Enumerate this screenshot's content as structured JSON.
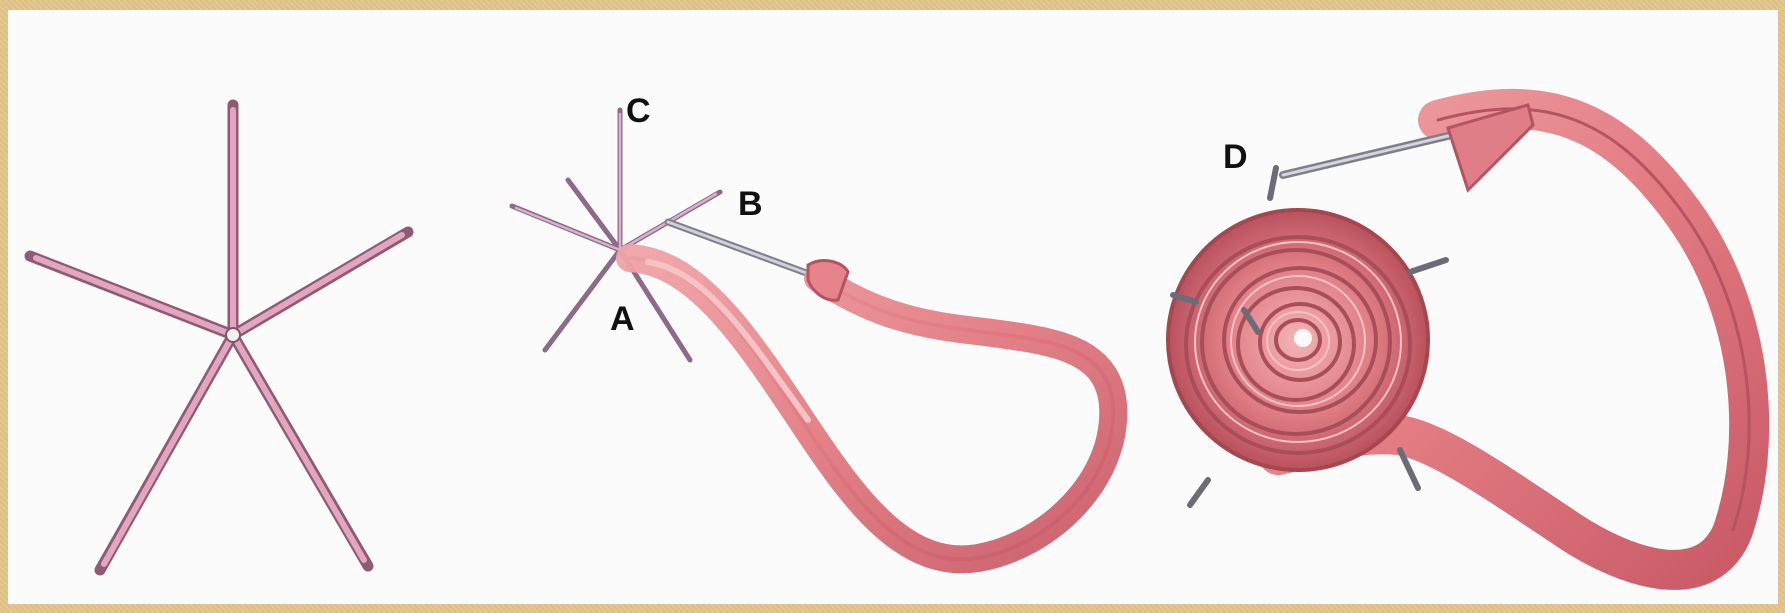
{
  "labels": {
    "a": "A",
    "b": "B",
    "c": "C",
    "d": "D"
  },
  "colors": {
    "ribbon": "#e8888d",
    "ribbon_dark": "#c45a63",
    "spoke": "#c98aa3",
    "needle": "#9a9aa8",
    "background": "#e4c489"
  }
}
